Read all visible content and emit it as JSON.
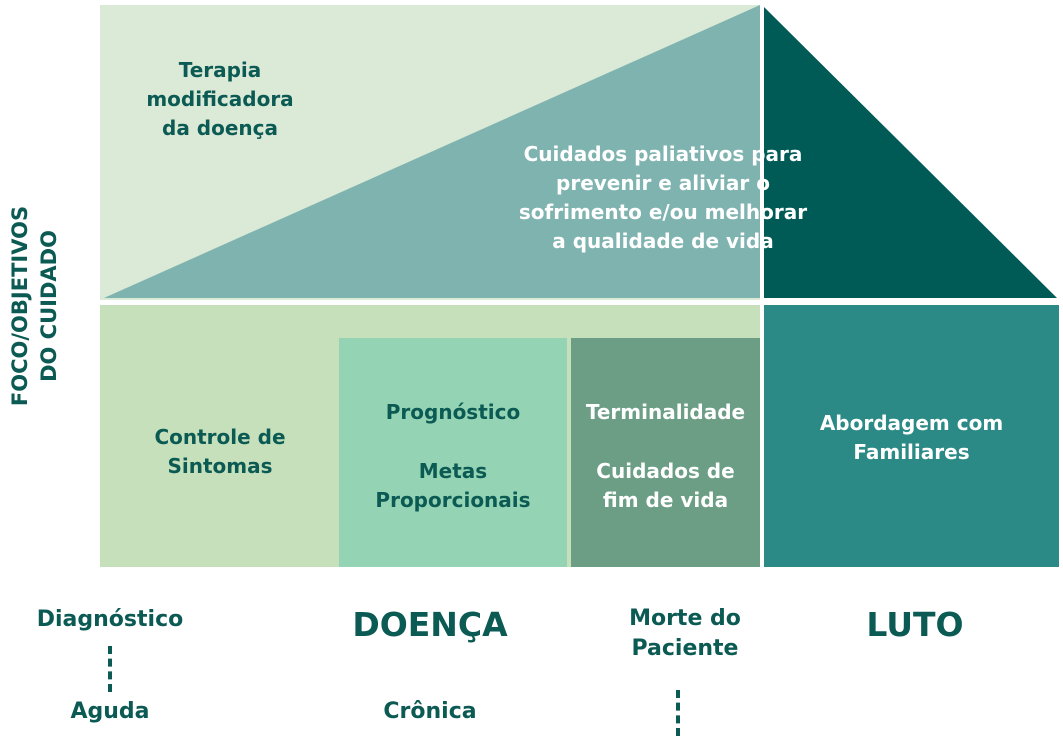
{
  "axis_label": [
    "FOCO/OBJETIVOS",
    "DO CUIDADO"
  ],
  "top": {
    "disease_therapy": [
      "Terapia",
      "modificadora",
      "da doença"
    ],
    "palliative_care": [
      "Cuidados paliativos para",
      "prevenir e aliviar o",
      "sofrimento e/ou melhorar",
      "a qualidade de vida"
    ]
  },
  "middle": {
    "symptom_control": [
      "Controle de",
      "Sintomas"
    ],
    "prognosis": "Prognóstico",
    "goals": [
      "Metas",
      "Proporcionais"
    ],
    "terminality": "Terminalidade",
    "end_of_life": [
      "Cuidados de",
      "fim de vida"
    ],
    "family_approach": [
      "Abordagem com",
      "Familiares"
    ]
  },
  "bottom": {
    "diagnosis": "Diagnóstico",
    "acute": "Aguda",
    "disease": "DOENÇA",
    "chronic": "Crônica",
    "death": [
      "Morte do",
      "Paciente"
    ],
    "grief": "LUTO"
  },
  "colors": {
    "pale_green": "#dbe9d7",
    "teal_triangle": "#7fb3b0",
    "dark_teal": "#005a55",
    "light_green": "#c5e0bb",
    "mint": "#94d3b3",
    "sage": "#6c9e86",
    "teal_block": "#2b8a86",
    "text_dark": "#0b5a53"
  }
}
